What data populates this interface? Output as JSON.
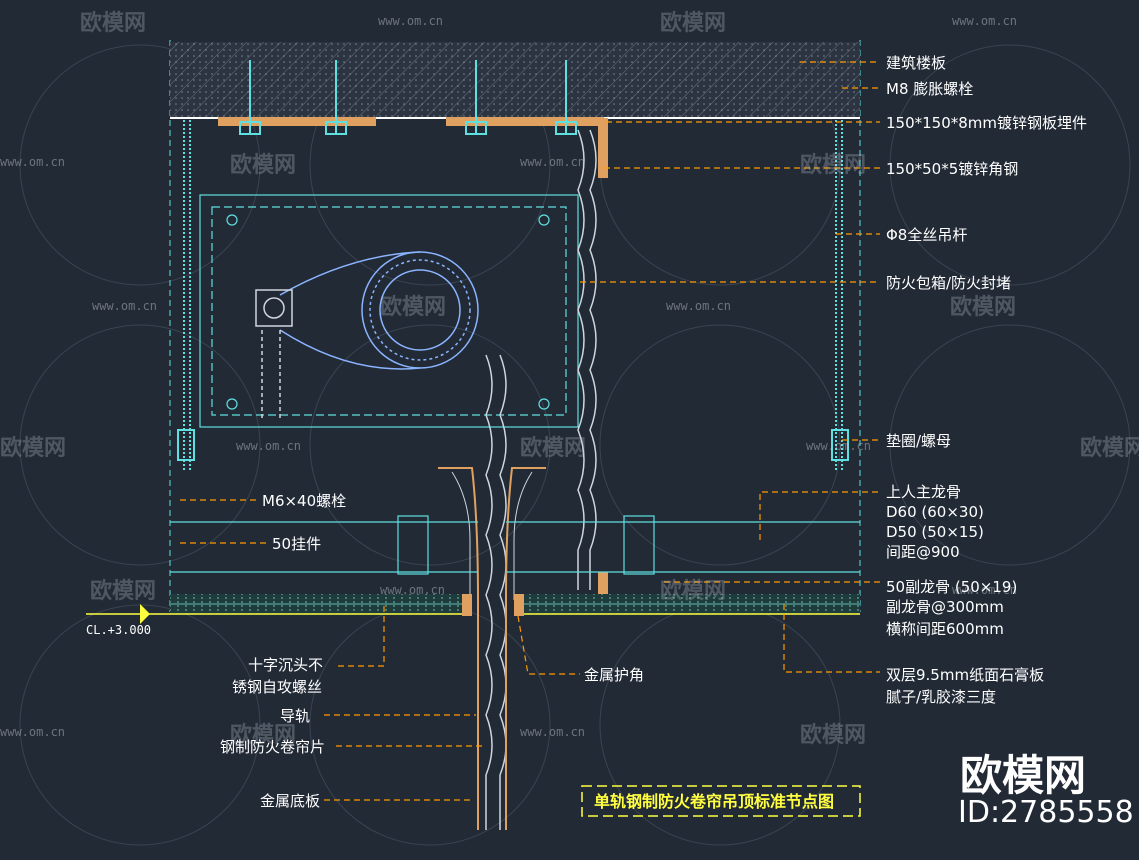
{
  "labels_right": {
    "slab": "建筑楼板",
    "bolt_m8": "M8 膨胀螺栓",
    "embed_plate": "150*150*8mm镀锌钢板埋件",
    "angle_steel": "150*50*5镀锌角钢",
    "rod": "Φ8全丝吊杆",
    "fire_box": "防火包箱/防火封堵",
    "washer": "垫圈/螺母",
    "main_keel_1": "上人主龙骨",
    "main_keel_2": "D60 (60×30)",
    "main_keel_3": "D50 (50×15)",
    "main_keel_4": "间距@900",
    "sub_keel_1": "50副龙骨 (50×19)",
    "sub_keel_2": "副龙骨@300mm",
    "sub_keel_3": "横称间距600mm",
    "gypsum_1": "双层9.5mm纸面石膏板",
    "gypsum_2": "腻子/乳胶漆三度"
  },
  "labels_left": {
    "bolt_m6": "M6×40螺栓",
    "hanger": "50挂件",
    "screw_1": "十字沉头不",
    "screw_2": "锈钢自攻螺丝",
    "rail": "导轨",
    "curtain": "钢制防火卷帘片",
    "base_plate": "金属底板"
  },
  "labels_center": {
    "metal_corner": "金属护角"
  },
  "level_mark": "CL.+3.000",
  "title": "单轨钢制防火卷帘吊顶标准节点图",
  "watermark": {
    "brand": "欧模网",
    "url": "www.om.cn",
    "id": "ID:2785558"
  },
  "colors": {
    "background": "#222a36",
    "leader": "#ff9900",
    "text": "#ffffff",
    "title": "#ffff40",
    "structure": "#5fe0e0",
    "metal": "#e0a060"
  }
}
